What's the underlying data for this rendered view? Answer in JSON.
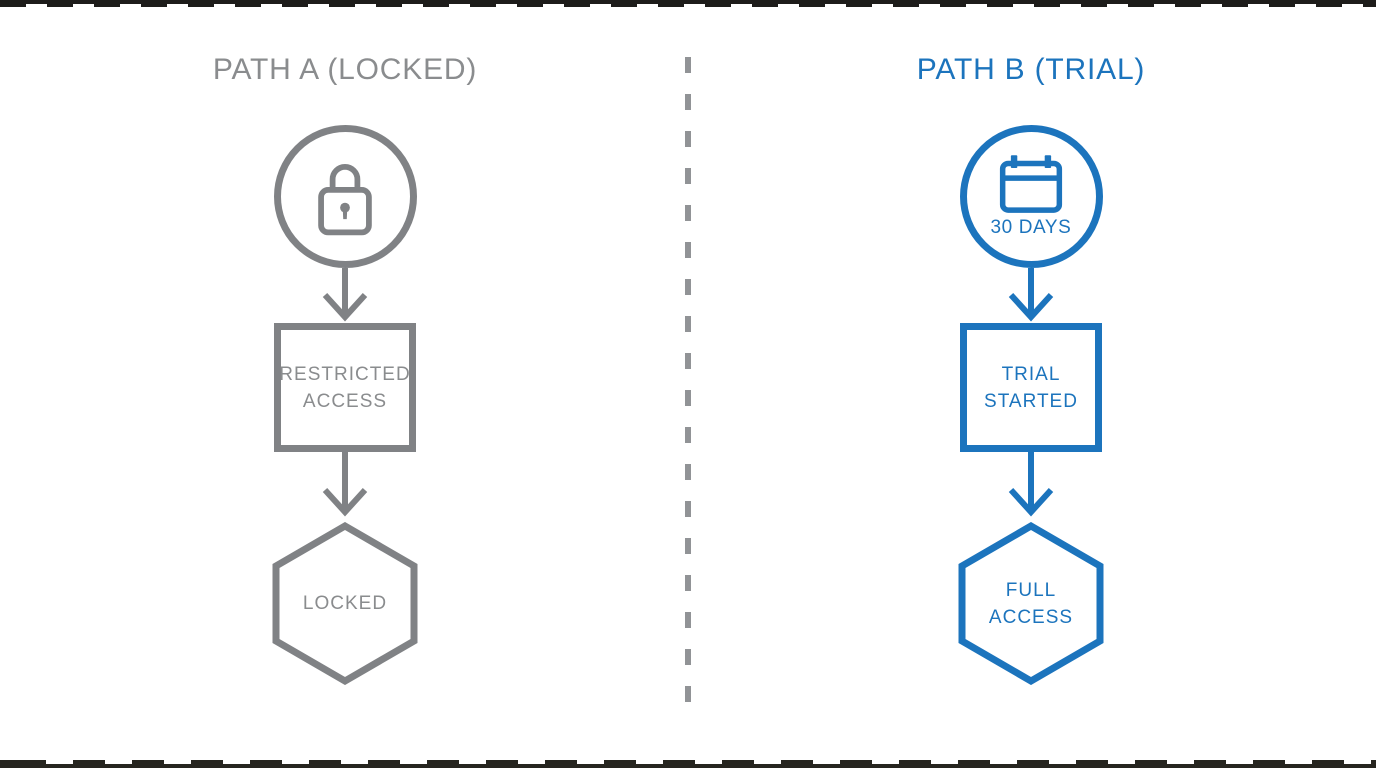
{
  "page": {
    "background": "#ffffff",
    "edge_bar_color": "#1d1c1a",
    "edge_bar_color_bottom": "#26251f"
  },
  "divider": {
    "style": "vertical-dashed",
    "color": "#919396"
  },
  "paths": {
    "a": {
      "title": "PATH A (LOCKED)",
      "theme_color": "#808285",
      "label_color": "#8a8c8e",
      "circle_icon": "lock-icon",
      "square_label": [
        "RESTRICTED",
        "ACCESS"
      ],
      "hexagon_label": [
        "LOCKED"
      ]
    },
    "b": {
      "title": "PATH B (TRIAL)",
      "theme_color": "#1c74bd",
      "circle_icon": "calendar-icon",
      "circle_label": "30 DAYS",
      "square_label": [
        "TRIAL",
        "STARTED"
      ],
      "hexagon_label": [
        "FULL",
        "ACCESS"
      ]
    }
  }
}
